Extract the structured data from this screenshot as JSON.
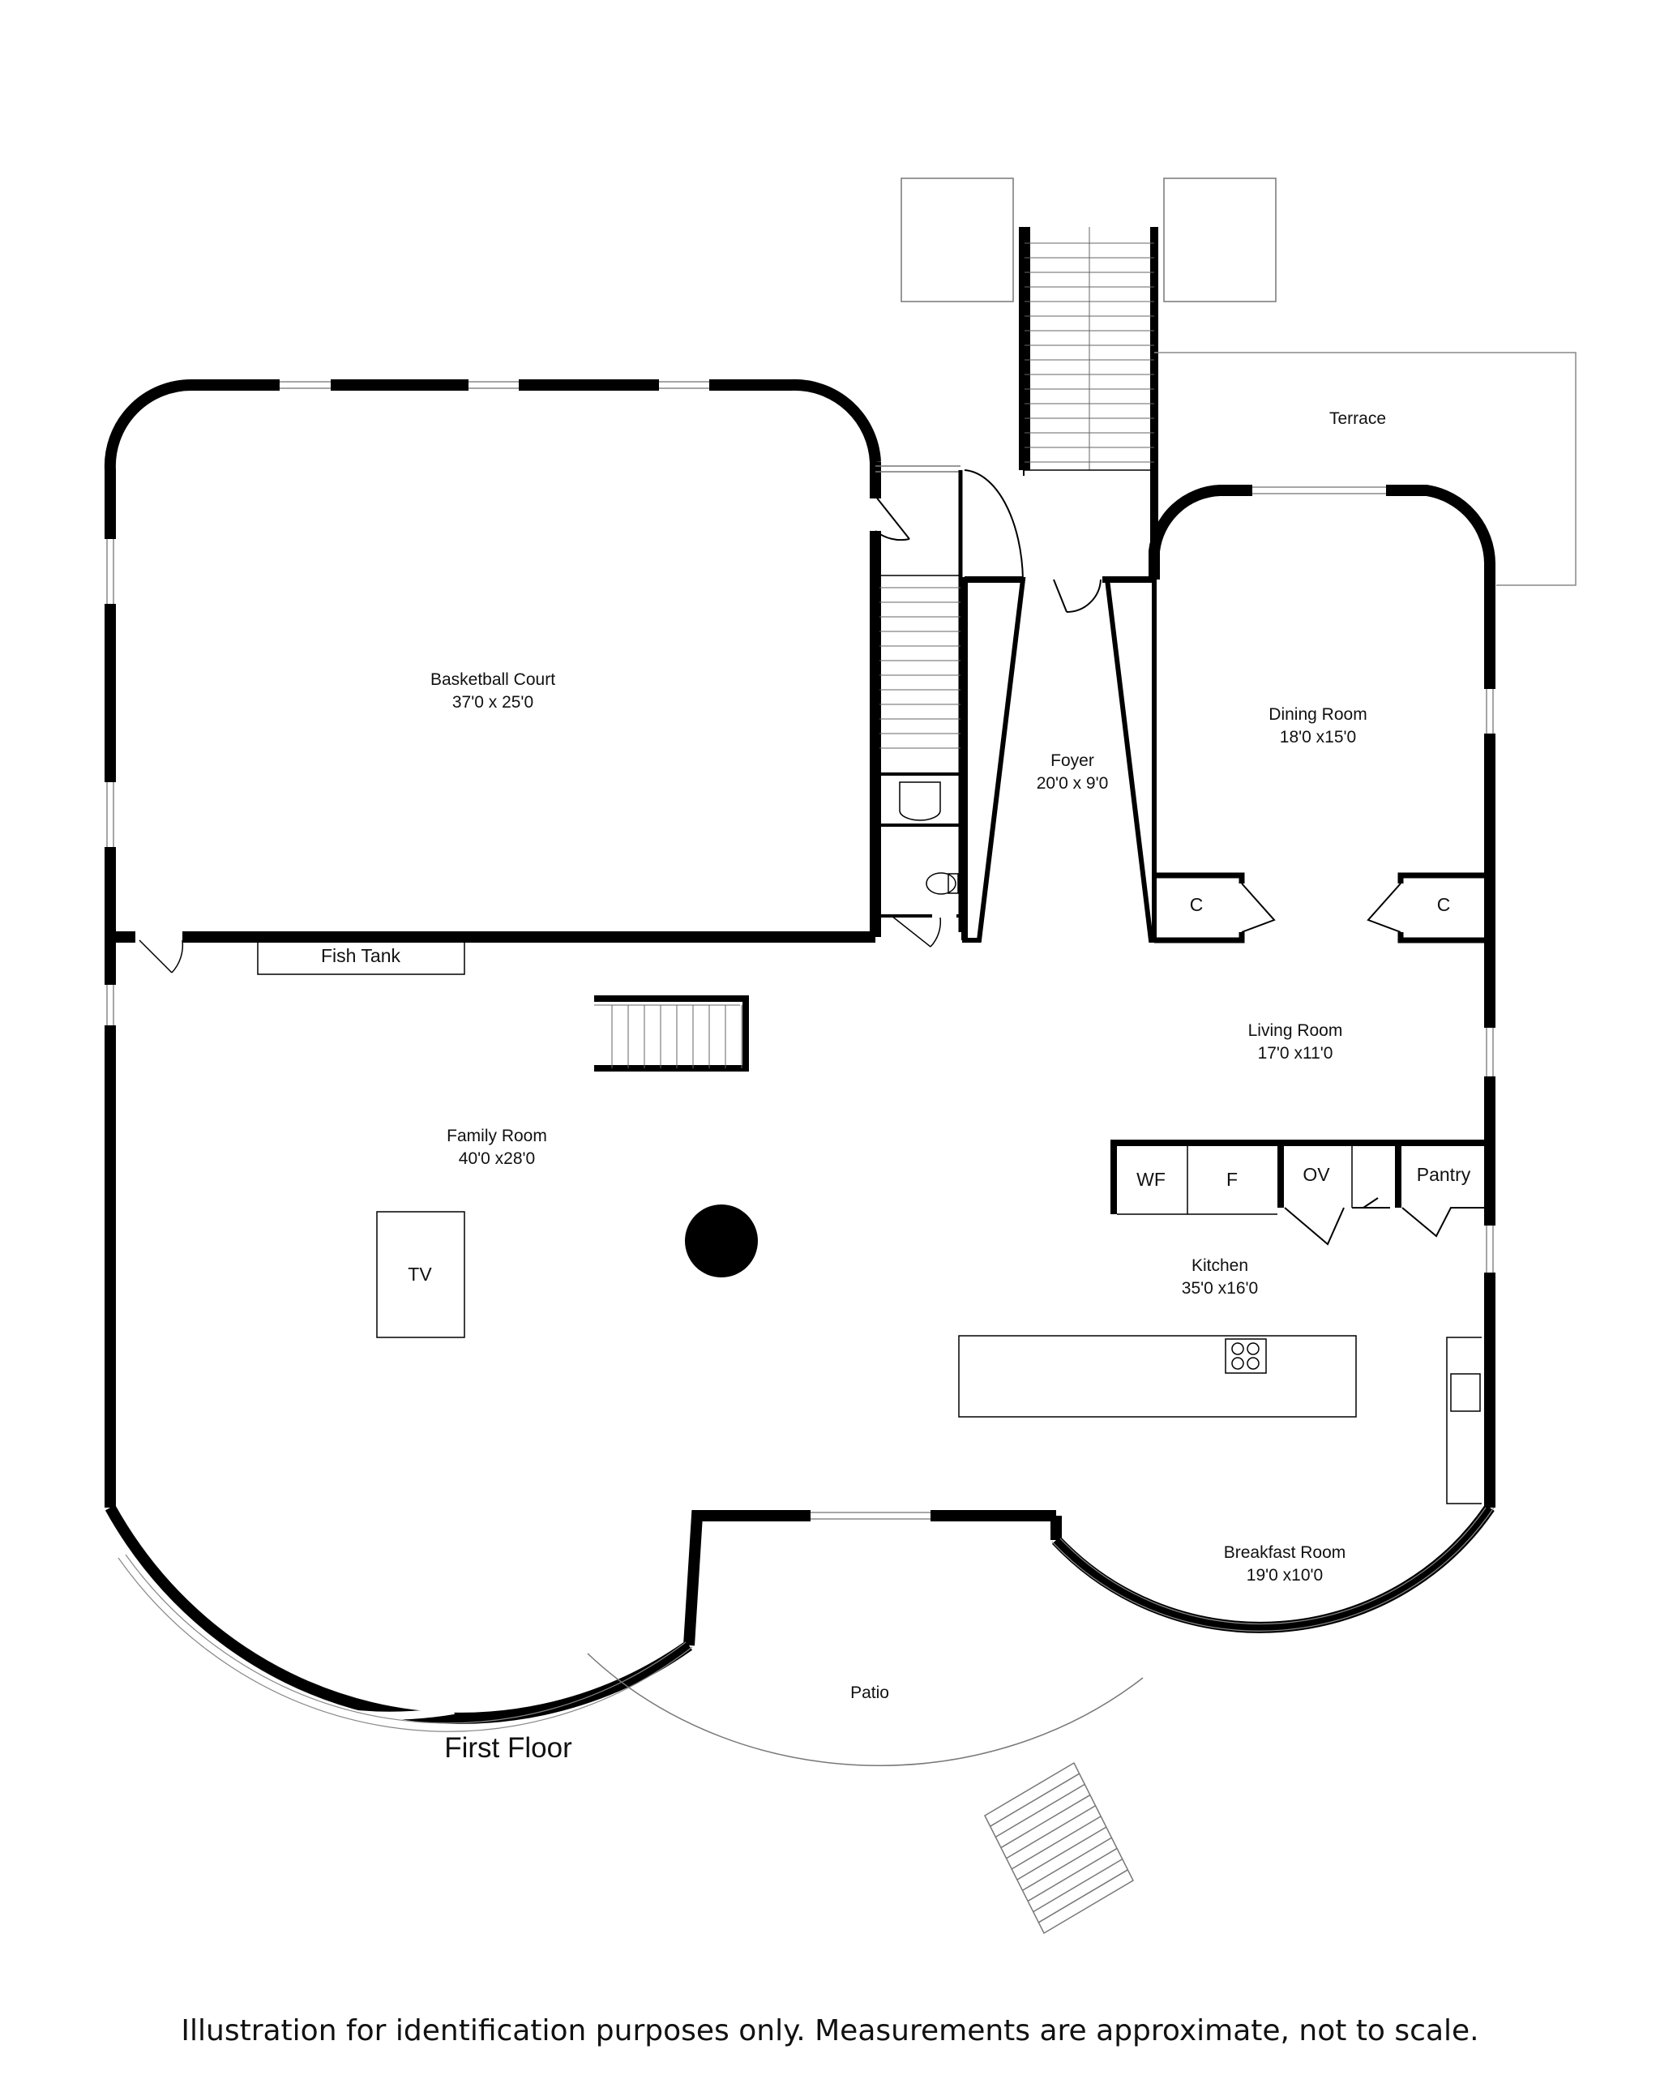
{
  "plan": {
    "title": "First Floor",
    "rooms": [
      {
        "id": "basketball",
        "name": "Basketball Court",
        "dims": "37'0 x 25'0"
      },
      {
        "id": "foyer",
        "name": "Foyer",
        "dims": "20'0 x 9'0"
      },
      {
        "id": "dining",
        "name": "Dining Room",
        "dims": "18'0 x15'0"
      },
      {
        "id": "living",
        "name": "Living Room",
        "dims": "17'0 x11'0"
      },
      {
        "id": "family",
        "name": "Family Room",
        "dims": "40'0 x28'0"
      },
      {
        "id": "kitchen",
        "name": "Kitchen",
        "dims": "35'0 x16'0"
      },
      {
        "id": "breakfast",
        "name": "Breakfast Room",
        "dims": "19'0 x10'0"
      }
    ],
    "areas": {
      "terrace": "Terrace",
      "patio": "Patio"
    },
    "fixtures": {
      "fish_tank": "Fish Tank",
      "tv": "TV",
      "closet_left": "C",
      "closet_right": "C",
      "wf": "WF",
      "fridge": "F",
      "oven": "OV",
      "pantry": "Pantry"
    }
  },
  "disclaimer": "Illustration for identification purposes only. Measurements are approximate, not to scale."
}
